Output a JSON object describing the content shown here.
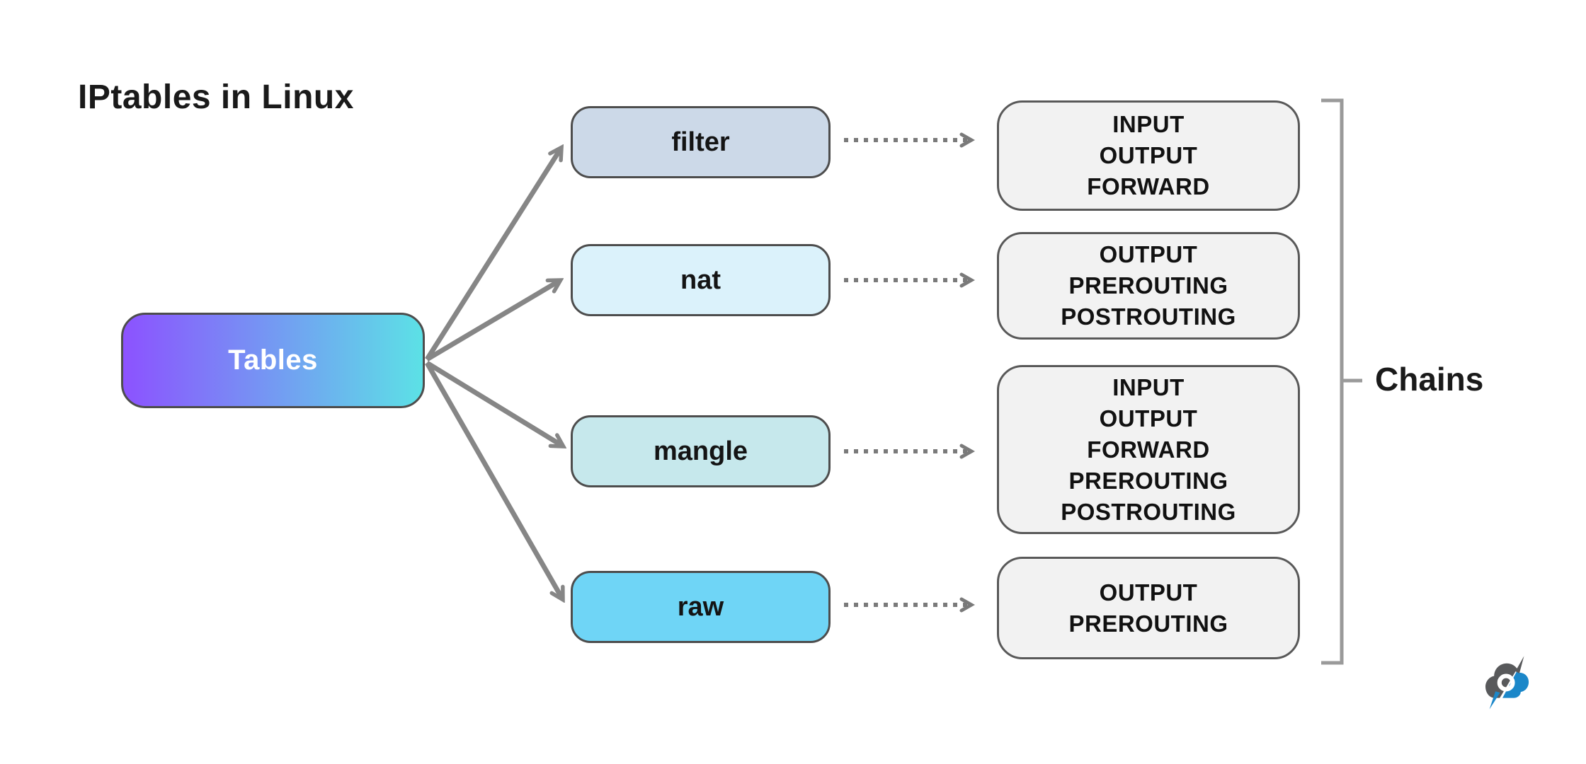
{
  "title": "IPtables in Linux",
  "root": {
    "label": "Tables"
  },
  "tables": [
    {
      "label": "filter",
      "chains": [
        "INPUT",
        "OUTPUT",
        "FORWARD"
      ]
    },
    {
      "label": "nat",
      "chains": [
        "OUTPUT",
        "PREROUTING",
        "POSTROUTING"
      ]
    },
    {
      "label": "mangle",
      "chains": [
        "INPUT",
        "OUTPUT",
        "FORWARD",
        "PREROUTING",
        "POSTROUTING"
      ]
    },
    {
      "label": "raw",
      "chains": [
        "OUTPUT",
        "PREROUTING"
      ]
    }
  ],
  "bracket": {
    "label": "Chains"
  },
  "icons": {
    "logo": "cloud-compass-logo"
  },
  "colors": {
    "root_gradient_start": "#8C52FF",
    "root_gradient_end": "#5CE1E6",
    "filter_fill": "#CCD9E8",
    "nat_fill": "#DBF2FB",
    "mangle_fill": "#C6E8EC",
    "raw_fill": "#6FD5F6",
    "chain_box_fill": "#F2F2F2",
    "box_border": "#4D4D4D",
    "chain_border": "#595959",
    "arrow": "#868686",
    "dotted_arrow": "#7A7A7A",
    "bracket": "#9A9A9A",
    "logo_blue": "#1B87C9",
    "logo_gray": "#58595B"
  }
}
